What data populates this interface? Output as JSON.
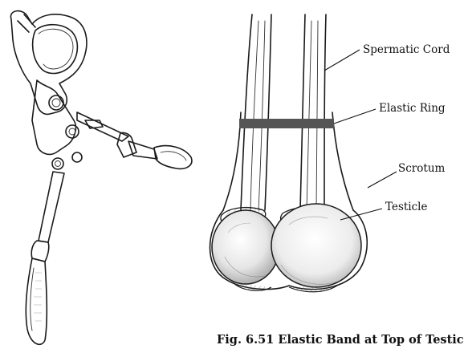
{
  "labels": {
    "spermatic_cord": "Spermatic Cord",
    "elastic_ring": "Elastic Ring",
    "scrotum": "Scrotum",
    "testicle": "Testicle"
  },
  "caption": "Fig. 6.51 Elastic Band at Top of Testic",
  "colors": {
    "ink": "#1a1a1a",
    "elastic_band": "#555555",
    "background": "#ffffff"
  },
  "icons": {
    "tool": "elastrator-pliers-icon"
  }
}
